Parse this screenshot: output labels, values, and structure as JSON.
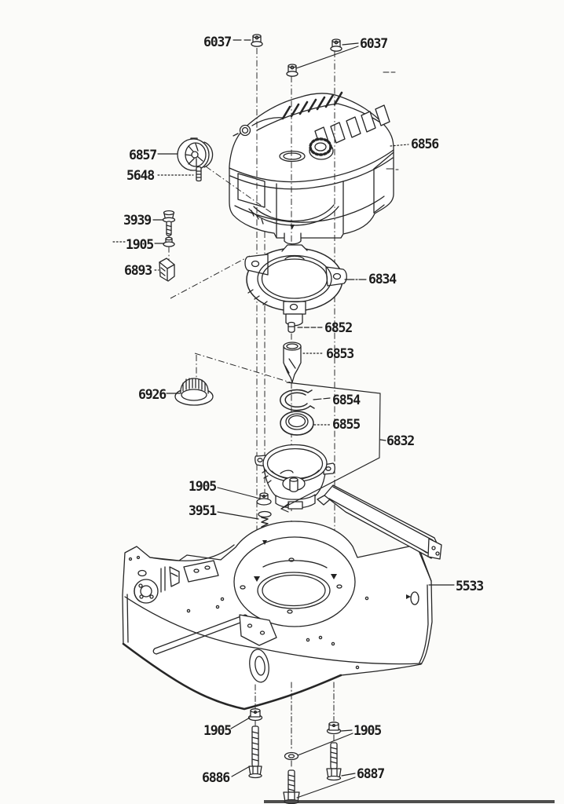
{
  "diagram": {
    "labels": {
      "nut_top_left": "6037",
      "nut_top_right": "6037",
      "engine": "6856",
      "pulley": "6857",
      "pin": "5648",
      "bolt_bracket": "3939",
      "nut_upper": "1905",
      "bracket": "6893",
      "ring": "6834",
      "key": "6852",
      "spacer": "6853",
      "knob": "6926",
      "snap_ring": "6854",
      "bearing": "6855",
      "housing_asm": "6832",
      "nut_mid": "1905",
      "screw": "3951",
      "deck": "5533",
      "nut_bottom_left": "1905",
      "nut_bottom_right": "1905",
      "bolt_long": "6886",
      "bolt_pair": "6887"
    }
  }
}
